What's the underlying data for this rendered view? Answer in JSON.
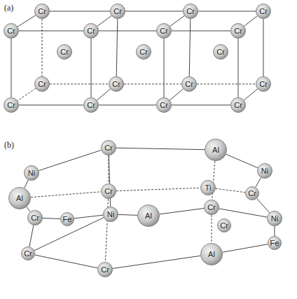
{
  "diagram": {
    "nodes": [
      {
        "text": [
          "Cr"
        ]
      },
      {
        "text": [
          "Cr"
        ]
      },
      {
        "text": [
          "Cr"
        ]
      },
      {
        "text": [
          "Cr"
        ]
      },
      {
        "text": [
          "Cr"
        ]
      },
      {
        "text": [
          "Cr"
        ]
      },
      {
        "text": [
          "Cr"
        ]
      },
      {
        "text": [
          "Cr"
        ]
      },
      {
        "text": [
          "Cr"
        ]
      },
      {
        "text": [
          "Cr"
        ]
      },
      {
        "text": [
          "Cr"
        ]
      },
      {
        "text": [
          "Cr"
        ]
      },
      {
        "text": [
          "Cr"
        ]
      },
      {
        "text": [
          "Cr"
        ]
      },
      {
        "text": [
          "Cr"
        ]
      },
      {
        "text": [
          "Cr"
        ]
      },
      {
        "text": [
          "Cr"
        ]
      },
      {
        "text": [
          "Cr"
        ]
      },
      {
        "text": [
          "Cr"
        ]
      },
      {
        "text": [
          "Cr"
        ]
      },
      {
        "text": [
          "Al"
        ]
      },
      {
        "text": [
          "Ni"
        ]
      },
      {
        "text": [
          "Ni"
        ]
      },
      {
        "text": [
          "Al"
        ]
      },
      {
        "text": [
          "Cr"
        ]
      },
      {
        "text": [
          "Ti"
        ]
      },
      {
        "text": [
          "Cr"
        ]
      },
      {
        "text": [
          "Cr"
        ]
      },
      {
        "text": [
          "Fe"
        ]
      },
      {
        "text": [
          "Ni"
        ]
      },
      {
        "text": [
          "Al"
        ]
      },
      {
        "text": [
          "Cr"
        ]
      },
      {
        "text": [
          "Cr"
        ]
      },
      {
        "text": [
          "Ni"
        ]
      },
      {
        "text": [
          "Al"
        ]
      },
      {
        "text": [
          "Cr"
        ]
      },
      {
        "text": [
          "Fe"
        ]
      },
      {
        "text": [
          "Cr"
        ]
      }
    ],
    "edges": [
      {
        "from": 0,
        "to": 1,
        "arrow": "none"
      },
      {
        "from": 1,
        "to": 2,
        "arrow": "none"
      },
      {
        "from": 2,
        "to": 3,
        "arrow": "none"
      },
      {
        "from": 4,
        "to": 5,
        "arrow": "none"
      },
      {
        "from": 5,
        "to": 6,
        "arrow": "none"
      },
      {
        "from": 6,
        "to": 7,
        "arrow": "none"
      },
      {
        "from": 0,
        "to": 4,
        "arrow": "none"
      },
      {
        "from": 1,
        "to": 5,
        "arrow": "none"
      },
      {
        "from": 2,
        "to": 6,
        "arrow": "none"
      },
      {
        "from": 3,
        "to": 7,
        "arrow": "none"
      },
      {
        "from": 15,
        "to": 16,
        "arrow": "none"
      },
      {
        "from": 16,
        "to": 17,
        "arrow": "none"
      },
      {
        "from": 17,
        "to": 18,
        "arrow": "none"
      },
      {
        "from": 11,
        "to": 12,
        "arrow": "none"
      },
      {
        "from": 12,
        "to": 13,
        "arrow": "none"
      },
      {
        "from": 13,
        "to": 14,
        "arrow": "none"
      },
      {
        "from": 11,
        "to": 15,
        "arrow": "none"
      },
      {
        "from": 12,
        "to": 16,
        "arrow": "none"
      },
      {
        "from": 13,
        "to": 17,
        "arrow": "none"
      },
      {
        "from": 14,
        "to": 18,
        "arrow": "none"
      },
      {
        "from": 4,
        "to": 15,
        "arrow": "none"
      },
      {
        "from": 5,
        "to": 16,
        "arrow": "none"
      },
      {
        "from": 6,
        "to": 17,
        "arrow": "none"
      },
      {
        "from": 7,
        "to": 18,
        "arrow": "none"
      },
      {
        "from": 0,
        "to": 11,
        "arrow": "none"
      },
      {
        "from": 1,
        "to": 12,
        "arrow": "none"
      },
      {
        "from": 2,
        "to": 13,
        "arrow": "none"
      },
      {
        "from": 3,
        "to": 14,
        "arrow": "none"
      },
      {
        "from": 19,
        "to": 20,
        "arrow": "none"
      },
      {
        "from": 21,
        "to": 19,
        "arrow": "none"
      },
      {
        "from": 20,
        "to": 22,
        "arrow": "none"
      },
      {
        "from": 21,
        "to": 23,
        "arrow": "none"
      },
      {
        "from": 23,
        "to": 27,
        "arrow": "none"
      },
      {
        "from": 23,
        "to": 24,
        "arrow": "none"
      },
      {
        "from": 24,
        "to": 25,
        "arrow": "none"
      },
      {
        "from": 25,
        "to": 26,
        "arrow": "none"
      },
      {
        "from": 19,
        "to": 24,
        "arrow": "none"
      },
      {
        "from": 24,
        "to": 37,
        "arrow": "none"
      },
      {
        "from": 19,
        "to": 29,
        "arrow": "none"
      },
      {
        "from": 27,
        "to": 28,
        "arrow": "none"
      },
      {
        "from": 28,
        "to": 29,
        "arrow": "none"
      },
      {
        "from": 29,
        "to": 30,
        "arrow": "none"
      },
      {
        "from": 30,
        "to": 31,
        "arrow": "none"
      },
      {
        "from": 31,
        "to": 33,
        "arrow": "none"
      },
      {
        "from": 22,
        "to": 26,
        "arrow": "none"
      },
      {
        "from": 26,
        "to": 33,
        "arrow": "none"
      },
      {
        "from": 20,
        "to": 31,
        "arrow": "none"
      },
      {
        "from": 31,
        "to": 34,
        "arrow": "none"
      },
      {
        "from": 34,
        "to": 36,
        "arrow": "none"
      },
      {
        "from": 36,
        "to": 33,
        "arrow": "none"
      },
      {
        "from": 35,
        "to": 37,
        "arrow": "none"
      },
      {
        "from": 37,
        "to": 34,
        "arrow": "none"
      },
      {
        "from": 27,
        "to": 35,
        "arrow": "none"
      },
      {
        "from": 35,
        "to": 29,
        "arrow": "none"
      }
    ],
    "labels": [
      "(a)",
      "(b)"
    ]
  }
}
